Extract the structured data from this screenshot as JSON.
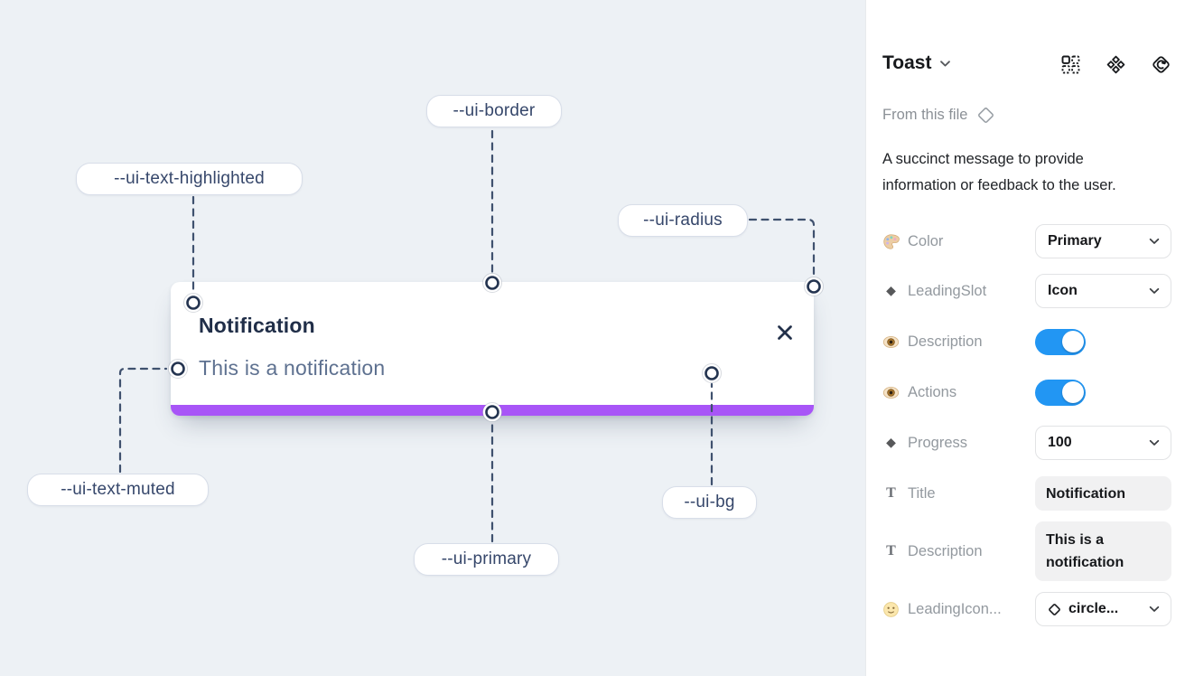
{
  "canvas": {
    "variable_labels": [
      {
        "name": "--ui-border"
      },
      {
        "name": "--ui-text-highlighted"
      },
      {
        "name": "--ui-radius"
      },
      {
        "name": "--ui-text-muted"
      },
      {
        "name": "--ui-primary"
      },
      {
        "name": "--ui-bg"
      }
    ],
    "toast": {
      "title": "Notification",
      "description": "This is a notification"
    },
    "colors": {
      "canvas_bg": "#edf1f5",
      "primary_bar": "#a855f7",
      "title_text": "#202e48",
      "muted_text": "#5e7190"
    }
  },
  "panel": {
    "title": "Toast",
    "source_label": "From this file",
    "description": "A succinct message to provide information or feedback to the user.",
    "rows": [
      {
        "icon": "palette-icon",
        "label": "Color",
        "control": "select",
        "value": "Primary"
      },
      {
        "icon": "diamond-icon",
        "label": "LeadingSlot",
        "control": "select",
        "value": "Icon"
      },
      {
        "icon": "eye-icon",
        "label": "Description",
        "control": "toggle",
        "value": "on"
      },
      {
        "icon": "eye-icon",
        "label": "Actions",
        "control": "toggle",
        "value": "on"
      },
      {
        "icon": "diamond-icon",
        "label": "Progress",
        "control": "select",
        "value": "100"
      },
      {
        "icon": "text-icon",
        "label": "Title",
        "control": "text",
        "value": "Notification"
      },
      {
        "icon": "text-icon",
        "label": "Description",
        "control": "text",
        "value": "This is a notification"
      },
      {
        "icon": "face-icon",
        "label": "LeadingIcon...",
        "control": "select",
        "value": "circle..."
      }
    ],
    "colors": {
      "toggle_on": "#2296f3"
    }
  },
  "glyphs": {
    "diamond": "◆",
    "text_type": "T"
  }
}
